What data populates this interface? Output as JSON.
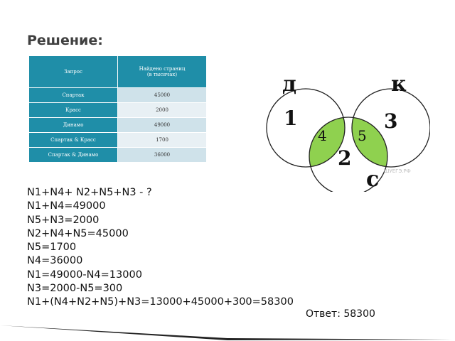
{
  "title": "Решение:",
  "table": {
    "header": [
      "Запрос",
      "Найдено страниц\n(в тысячах)"
    ],
    "rows": [
      [
        "Спартак",
        "45000"
      ],
      [
        "Красс",
        "2000"
      ],
      [
        "Динамо",
        "49000"
      ],
      [
        "Спартак & Красс",
        "1700"
      ],
      [
        "Спартак & Динамо",
        "36000"
      ]
    ]
  },
  "venn": {
    "label_d": "д",
    "label_k": "к",
    "label_c": "с",
    "regions": [
      "1",
      "2",
      "3",
      "4",
      "5"
    ],
    "watermark": "ШУЕГЭ.РФ",
    "highlight_color": "#8fd14f"
  },
  "solution_lines": [
    "N1+N4+ N2+N5+N3 - ?",
    "N1+N4=49000",
    "N5+N3=2000",
    "N2+N4+N5=45000",
    "N5=1700",
    "N4=36000",
    "N1=49000-N4=13000",
    "N3=2000-N5=300",
    "N1+(N4+N2+N5)+N3=13000+45000+300=58300"
  ],
  "answer": "Ответ: 58300"
}
